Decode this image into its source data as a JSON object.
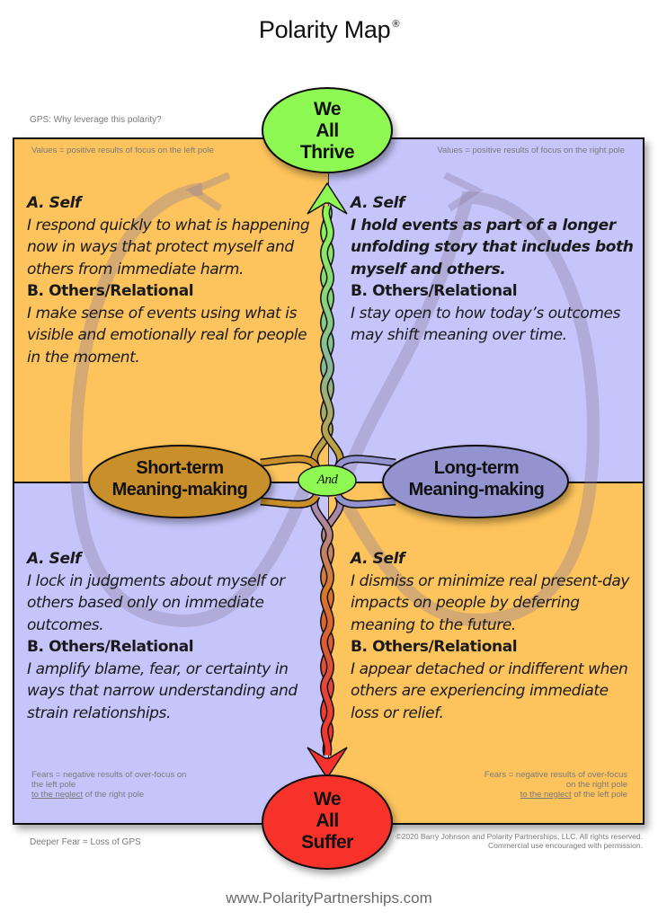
{
  "header": {
    "title": "Polarity Map",
    "registered_mark": "®"
  },
  "gps": {
    "question": "GPS: Why leverage this polarity?",
    "top_goal": [
      "We",
      "All",
      "Thrive"
    ],
    "deeper_fear_label": "Deeper Fear = Loss of GPS",
    "bottom_fear": [
      "We",
      "All",
      "Suffer"
    ]
  },
  "poles": {
    "left": [
      "Short-term",
      "Meaning-making"
    ],
    "right": [
      "Long-term",
      "Meaning-making"
    ],
    "connector": "And"
  },
  "quadrants": {
    "upper_left": {
      "caption": "Values = positive results of focus on the left pole",
      "self_heading": "A. Self",
      "self_text": "I respond quickly to what is happening now in ways that protect myself and others from immediate harm.",
      "others_heading": "B. Others/Relational",
      "others_text": "I make sense of events using what is visible and emotionally real for people in the moment."
    },
    "upper_right": {
      "caption": "Values = positive results of focus on the right pole",
      "self_heading": "A. Self",
      "self_text": "I hold events as part of a longer unfolding story that includes both myself and others.",
      "others_heading": "B. Others/Relational",
      "others_text": "I stay open to how today’s outcomes may shift meaning over time."
    },
    "lower_left": {
      "caption_line1": "Fears = negative results of over-focus on the left pole",
      "caption_underlined": "to the neglect",
      "caption_rest": " of the right pole",
      "self_heading": "A. Self",
      "self_text": "I lock in judgments about myself or others based only on immediate outcomes.",
      "others_heading": "B. Others/Relational",
      "others_text": "I amplify blame, fear, or certainty in ways that narrow understanding and strain relationships."
    },
    "lower_right": {
      "caption_line1": "Fears = negative results of over-focus on the right pole",
      "caption_underlined": "to the neglect",
      "caption_rest": " of the left pole",
      "self_heading": "A. Self",
      "self_text": "I dismiss or minimize real present-day impacts on people by deferring meaning to the future.",
      "others_heading": "B. Others/Relational",
      "others_text": "I appear detached or indifferent when others are experiencing immediate loss or relief."
    }
  },
  "footer": {
    "copyright": "©2020 Barry Johnson and Polarity Partnerships, LLC. All rights reserved.",
    "permission": "Commercial use encouraged with permission.",
    "website": "www.PolarityPartnerships.com"
  },
  "colors": {
    "values_quadrant": "#fdc35c",
    "fears_quadrant": "#c5c5fb",
    "thrive_ellipse": "#8ef952",
    "suffer_ellipse": "#f7312b",
    "left_pole": "#c98f2b",
    "right_pole": "#9393cf",
    "and_ellipse": "#8ef952"
  }
}
